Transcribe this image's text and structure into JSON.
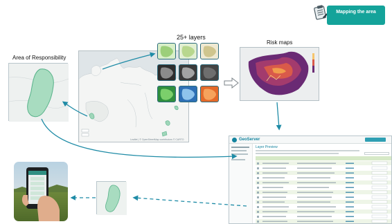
{
  "header": {
    "step_badge_text": "Mapping the area",
    "clipboard_icon": "clipboard-icon"
  },
  "labels": {
    "area_of_responsibility": "Area of Responsibility",
    "layers": "25+ layers",
    "risk_maps": "Risk maps"
  },
  "geoserver": {
    "logo": "GeoServer",
    "page_title": "Layer Preview"
  },
  "map_attribution": "Leaflet | © OpenStreetMap contributors © CARTO",
  "colors": {
    "teal_badge": "#14a39a",
    "arrow_teal": "#1e8ba6",
    "aoi_fill": "#a8dcc0",
    "aoi_stroke": "#58b28a"
  }
}
